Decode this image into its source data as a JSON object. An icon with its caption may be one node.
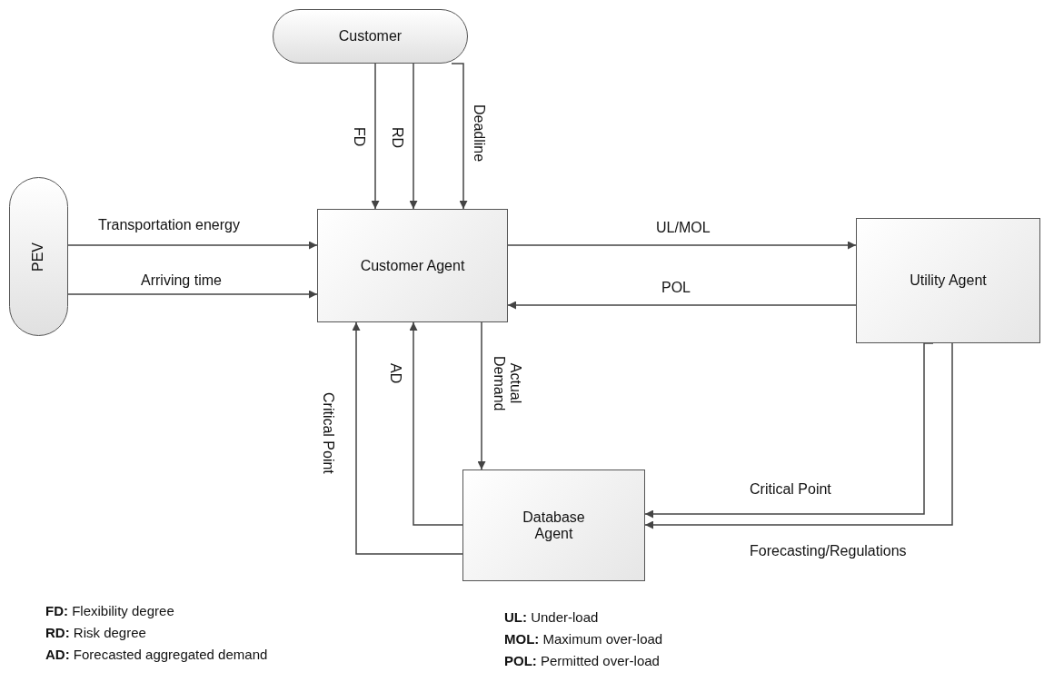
{
  "diagram": {
    "nodes": [
      {
        "text": [
          "Customer"
        ]
      },
      {
        "text": [
          "PEV"
        ]
      },
      {
        "text": [
          "Customer Agent"
        ]
      },
      {
        "text": [
          "Utility Agent"
        ]
      },
      {
        "text": [
          "Database Agent"
        ]
      }
    ],
    "edges": [
      {
        "from": 0,
        "to": 2,
        "arrow": "to",
        "label": "FD"
      },
      {
        "from": 0,
        "to": 2,
        "arrow": "to",
        "label": "RD"
      },
      {
        "from": 0,
        "to": 2,
        "arrow": "to",
        "label": "Deadline"
      },
      {
        "from": 1,
        "to": 2,
        "arrow": "to",
        "label": "Transportation energy"
      },
      {
        "from": 1,
        "to": 2,
        "arrow": "to",
        "label": "Arriving time"
      },
      {
        "from": 2,
        "to": 3,
        "arrow": "to",
        "label": "UL/MOL"
      },
      {
        "from": 3,
        "to": 2,
        "arrow": "to",
        "label": "POL"
      },
      {
        "from": 2,
        "to": 4,
        "arrow": "to",
        "label": "Actual Demand"
      },
      {
        "from": 4,
        "to": 2,
        "arrow": "to",
        "label": "AD"
      },
      {
        "from": 4,
        "to": 2,
        "arrow": "to",
        "label": "Critical Point"
      },
      {
        "from": 3,
        "to": 4,
        "arrow": "to",
        "label": "Critical Point"
      },
      {
        "from": 3,
        "to": 4,
        "arrow": "to",
        "label": "Forecasting/Regulations"
      }
    ],
    "labels": [
      "**FD:** Flexibility degree",
      "**RD:** Risk degree",
      "**AD:** Forecasted aggregated demand",
      "**UL:** Under-load",
      "**MOL:** Maximum over-load",
      "**POL:** Permitted over-load"
    ]
  }
}
